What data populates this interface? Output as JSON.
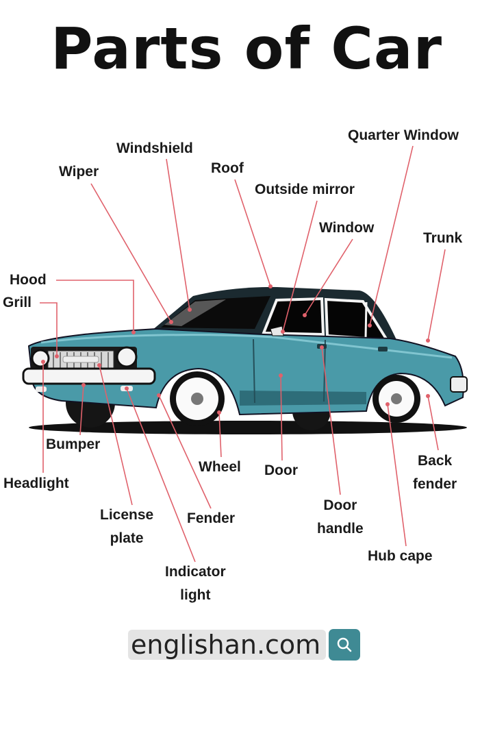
{
  "title": "Parts of Car",
  "labels": {
    "windshield": "Windshield",
    "quarter_window": "Quarter Window",
    "wiper": "Wiper",
    "roof": "Roof",
    "outside_mirror": "Outside mirror",
    "window": "Window",
    "trunk": "Trunk",
    "hood": "Hood",
    "grill": "Grill",
    "bumper": "Bumper",
    "headlight": "Headlight",
    "license_plate": [
      "License",
      "plate"
    ],
    "wheel": "Wheel",
    "door": "Door",
    "fender": "Fender",
    "indicator_light": [
      "Indicator",
      "light"
    ],
    "door_handle": [
      "Door",
      "handle"
    ],
    "back_fender": [
      "Back",
      "fender"
    ],
    "hub_cape": "Hub cape"
  },
  "footer": {
    "site": "englishan.com",
    "icon": "search-icon"
  },
  "colors": {
    "body": "#4a9aa8",
    "body_dark": "#2e6d79",
    "leader": "#e0616b",
    "search_button": "#3f8a94"
  }
}
